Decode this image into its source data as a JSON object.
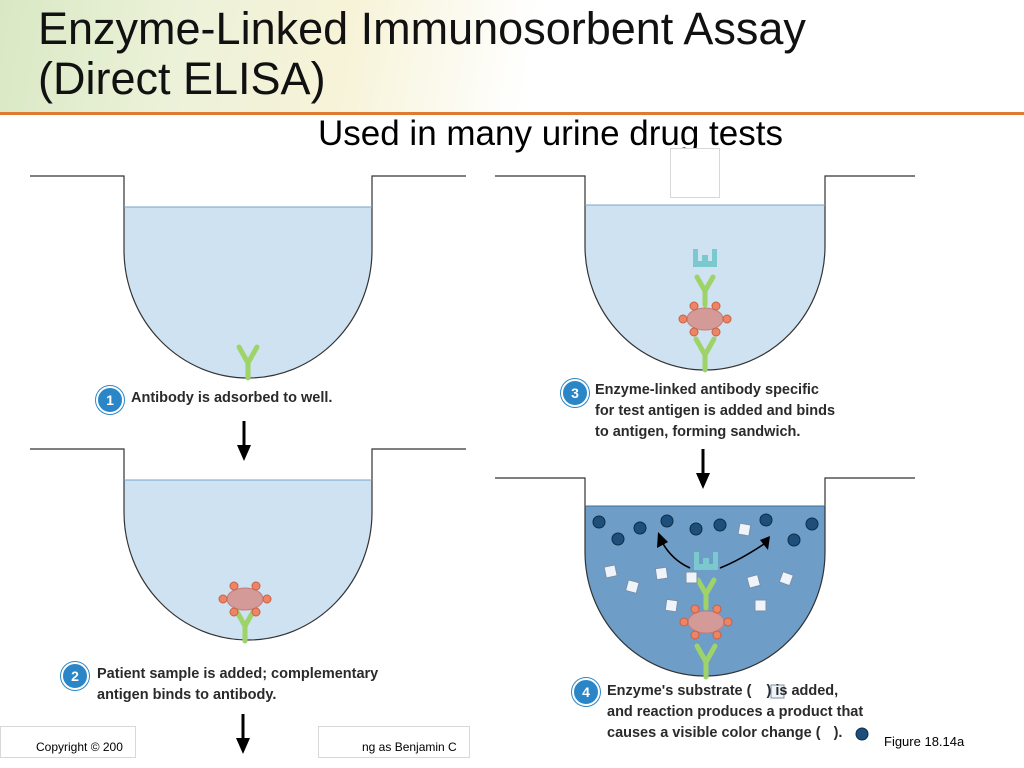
{
  "slide": {
    "title_line1": "Enzyme-Linked Immunosorbent Assay",
    "title_line2": "(Direct ELISA)",
    "subtitle": "Used in many urine drug tests",
    "figure_label": "Figure 18.14a",
    "copyright_left": "Copyright © 200",
    "copyright_right": "ng as Benjamin C"
  },
  "steps": [
    {
      "number": "1",
      "text": "Antibody is adsorbed to well."
    },
    {
      "number": "2",
      "line1": "Patient sample is added; complementary",
      "line2": "antigen binds to antibody."
    },
    {
      "number": "3",
      "line1": "Enzyme-linked antibody specific",
      "line2": "for test antigen is added and binds",
      "line3": "to antigen, forming sandwich."
    },
    {
      "number": "4",
      "line1_pre": "Enzyme's substrate (",
      "line1_post": ") is added,",
      "line2": "and reaction produces a product that",
      "line3_pre": "causes  a visible color change (",
      "line3_post": ")."
    }
  ],
  "colors": {
    "accent_rule": "#e07a30",
    "badge": "#2a86c6",
    "well_fill": "#cfe2f1",
    "well_fill_dark": "#6e9dc8",
    "antibody": "#9ed36a",
    "antigen": "#d49a98",
    "antigen_bead": "#ee8466",
    "enzyme_antibody": "#7cc8cf",
    "product": "#1d4f7a"
  }
}
